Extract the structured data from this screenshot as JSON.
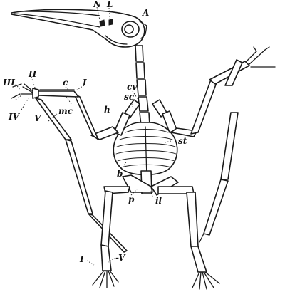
{
  "labels": {
    "N": "N",
    "L": "L",
    "A": "A",
    "cv": "cv",
    "sc": "sc",
    "h": "h",
    "st": "st",
    "b": "b",
    "p": "p",
    "il": "il",
    "c": "c",
    "mc": "mc",
    "I_wing": "I",
    "II": "II",
    "III": "III",
    "IV": "IV",
    "V_wing": "V",
    "I_foot": "I",
    "V_foot": "-V"
  }
}
